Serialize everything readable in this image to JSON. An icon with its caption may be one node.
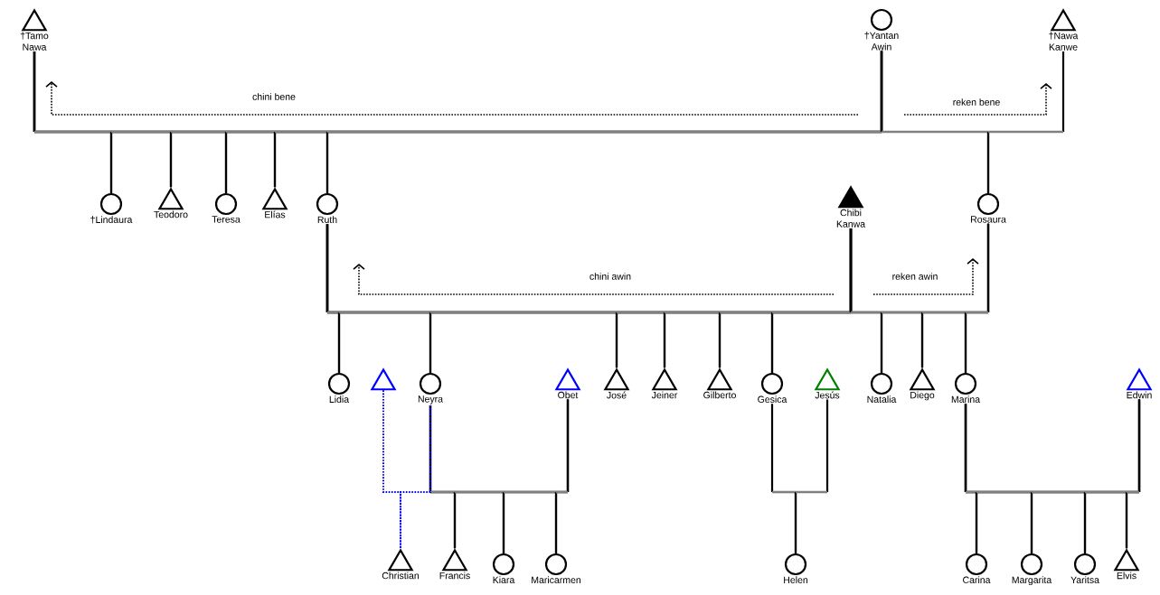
{
  "diagram": {
    "nodes": [
      {
        "text": [
          "†Tamo Nawa"
        ]
      },
      {
        "text": [
          "†Yantan Awin"
        ]
      },
      {
        "text": [
          "†Nawa Kanwe"
        ]
      },
      {
        "text": [
          "†Lindaura"
        ]
      },
      {
        "text": [
          "Teodoro"
        ]
      },
      {
        "text": [
          "Teresa"
        ]
      },
      {
        "text": [
          "Elías"
        ]
      },
      {
        "text": [
          "Ruth"
        ]
      },
      {
        "text": [
          "Chibi Kanwa"
        ]
      },
      {
        "text": [
          "Rosaura"
        ]
      },
      {
        "text": [
          "Lidia"
        ]
      },
      {
        "text": [],
        "shape": "triangle"
      },
      {
        "text": [
          "Neyra"
        ]
      },
      {
        "text": [
          "Obet"
        ]
      },
      {
        "text": [
          "José"
        ]
      },
      {
        "text": [
          "Jeiner"
        ]
      },
      {
        "text": [
          "Gilberto"
        ]
      },
      {
        "text": [
          "Gesica"
        ]
      },
      {
        "text": [
          "Jesús"
        ]
      },
      {
        "text": [
          "Natalia"
        ]
      },
      {
        "text": [
          "Diego"
        ]
      },
      {
        "text": [
          "Marina"
        ]
      },
      {
        "text": [
          "Edwin"
        ]
      },
      {
        "text": [
          "Christian"
        ]
      },
      {
        "text": [
          "Francis"
        ]
      },
      {
        "text": [
          "Kiara"
        ]
      },
      {
        "text": [
          "Maricarmen"
        ]
      },
      {
        "text": [
          "Helen"
        ]
      },
      {
        "text": [
          "Carina"
        ]
      },
      {
        "text": [
          "Margarita"
        ]
      },
      {
        "text": [
          "Yaritsa"
        ]
      },
      {
        "text": [
          "Elvis"
        ]
      }
    ],
    "edges": [
      {
        "from": 0,
        "to": 3,
        "arrow": "none"
      },
      {
        "from": 0,
        "to": 4,
        "arrow": "none"
      },
      {
        "from": 0,
        "to": 5,
        "arrow": "none"
      },
      {
        "from": 0,
        "to": 6,
        "arrow": "none"
      },
      {
        "from": 0,
        "to": 7,
        "arrow": "none"
      },
      {
        "from": 1,
        "to": 3,
        "arrow": "none"
      },
      {
        "from": 1,
        "to": 4,
        "arrow": "none"
      },
      {
        "from": 1,
        "to": 5,
        "arrow": "none"
      },
      {
        "from": 1,
        "to": 6,
        "arrow": "none"
      },
      {
        "from": 1,
        "to": 7,
        "arrow": "none"
      },
      {
        "from": 1,
        "to": 9,
        "arrow": "none"
      },
      {
        "from": 2,
        "to": 9,
        "arrow": "none"
      },
      {
        "from": 7,
        "to": 10,
        "arrow": "none"
      },
      {
        "from": 7,
        "to": 12,
        "arrow": "none"
      },
      {
        "from": 7,
        "to": 14,
        "arrow": "none"
      },
      {
        "from": 7,
        "to": 15,
        "arrow": "none"
      },
      {
        "from": 7,
        "to": 16,
        "arrow": "none"
      },
      {
        "from": 7,
        "to": 17,
        "arrow": "none"
      },
      {
        "from": 8,
        "to": 10,
        "arrow": "none"
      },
      {
        "from": 8,
        "to": 12,
        "arrow": "none"
      },
      {
        "from": 8,
        "to": 14,
        "arrow": "none"
      },
      {
        "from": 8,
        "to": 15,
        "arrow": "none"
      },
      {
        "from": 8,
        "to": 16,
        "arrow": "none"
      },
      {
        "from": 8,
        "to": 17,
        "arrow": "none"
      },
      {
        "from": 8,
        "to": 19,
        "arrow": "none"
      },
      {
        "from": 8,
        "to": 20,
        "arrow": "none"
      },
      {
        "from": 8,
        "to": 21,
        "arrow": "none"
      },
      {
        "from": 9,
        "to": 19,
        "arrow": "none"
      },
      {
        "from": 9,
        "to": 20,
        "arrow": "none"
      },
      {
        "from": 9,
        "to": 21,
        "arrow": "none"
      },
      {
        "from": 11,
        "to": 23,
        "arrow": "none",
        "style": "dashed",
        "color": "#0000ff"
      },
      {
        "from": 12,
        "to": 23,
        "arrow": "none",
        "style": "dashed",
        "color": "#0000ff"
      },
      {
        "from": 12,
        "to": 24,
        "arrow": "none"
      },
      {
        "from": 12,
        "to": 25,
        "arrow": "none"
      },
      {
        "from": 12,
        "to": 26,
        "arrow": "none"
      },
      {
        "from": 13,
        "to": 24,
        "arrow": "none"
      },
      {
        "from": 13,
        "to": 25,
        "arrow": "none"
      },
      {
        "from": 13,
        "to": 26,
        "arrow": "none"
      },
      {
        "from": 17,
        "to": 27,
        "arrow": "none"
      },
      {
        "from": 18,
        "to": 27,
        "arrow": "none"
      },
      {
        "from": 21,
        "to": 28,
        "arrow": "none"
      },
      {
        "from": 21,
        "to": 29,
        "arrow": "none"
      },
      {
        "from": 21,
        "to": 30,
        "arrow": "none"
      },
      {
        "from": 21,
        "to": 31,
        "arrow": "none"
      },
      {
        "from": 22,
        "to": 28,
        "arrow": "none"
      },
      {
        "from": 22,
        "to": 29,
        "arrow": "none"
      },
      {
        "from": 22,
        "to": 30,
        "arrow": "none"
      },
      {
        "from": 22,
        "to": 31,
        "arrow": "none"
      },
      {
        "from": null,
        "to": 0,
        "arrow": "to",
        "label": "chini bene",
        "style": "dashed"
      },
      {
        "from": null,
        "to": 2,
        "arrow": "to",
        "label": "reken bene",
        "style": "dashed"
      },
      {
        "from": null,
        "to": 7,
        "arrow": "to",
        "label": "chini awin",
        "style": "dashed"
      },
      {
        "from": null,
        "to": 9,
        "arrow": "to",
        "label": "reken awin",
        "style": "dashed"
      }
    ]
  }
}
